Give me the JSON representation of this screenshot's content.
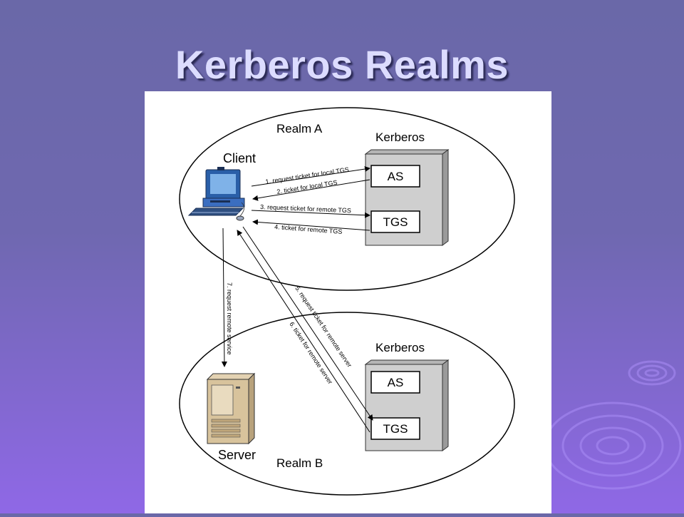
{
  "slide": {
    "title": "Kerberos Realms"
  },
  "diagram": {
    "realm_a": {
      "label": "Realm A",
      "client_label": "Client",
      "kerberos_label": "Kerberos",
      "as_label": "AS",
      "tgs_label": "TGS"
    },
    "realm_b": {
      "label": "Realm B",
      "server_label": "Server",
      "kerberos_label": "Kerberos",
      "as_label": "AS",
      "tgs_label": "TGS"
    },
    "steps": [
      "1. request ticket for local TGS",
      "2. ticket for local TGS",
      "3. request ticket for remote TGS",
      "4. ticket for remote TGS",
      "5. request ticket for remote server",
      "6. ticket for remote server",
      "7. request remote service"
    ]
  },
  "colors": {
    "background_top": "#6a68a8",
    "background_bottom": "#8f68e6",
    "title": "#dcdcff",
    "server_box": "#cfcfcf"
  }
}
